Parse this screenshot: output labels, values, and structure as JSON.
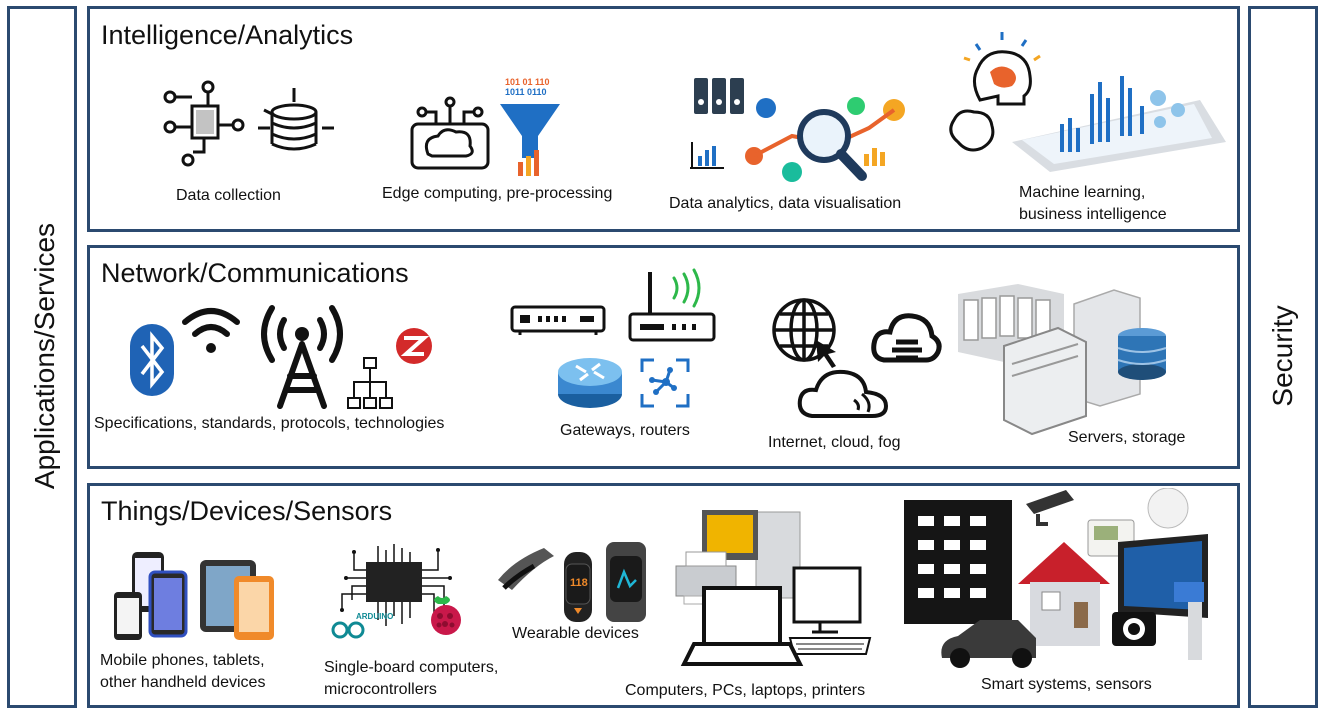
{
  "side": {
    "left": "Applications/Services",
    "right": "Security"
  },
  "layers": {
    "intelligence": {
      "title": "Intelligence/Analytics",
      "items": [
        {
          "label": "Data collection"
        },
        {
          "label": "Edge computing, pre-processing"
        },
        {
          "label": "Data analytics, data visualisation"
        },
        {
          "label_line1": "Machine learning,",
          "label_line2": "business intelligence"
        }
      ],
      "binary_line1": "101 01 110",
      "binary_line2": "1011 0110"
    },
    "network": {
      "title": "Network/Communications",
      "items": [
        {
          "label": "Specifications, standards, protocols, technologies"
        },
        {
          "label": "Gateways, routers"
        },
        {
          "label": "Internet, cloud, fog"
        },
        {
          "label": "Servers, storage"
        }
      ]
    },
    "things": {
      "title": "Things/Devices/Sensors",
      "items": [
        {
          "label_line1": "Mobile phones, tablets,",
          "label_line2": "other handheld devices"
        },
        {
          "label_line1": "Single-board computers,",
          "label_line2": "microcontrollers"
        },
        {
          "label": "Wearable devices"
        },
        {
          "label": "Computers, PCs, laptops, printers"
        },
        {
          "label": "Smart systems, sensors"
        }
      ],
      "arduino": "ARDUINO",
      "watch_value": "118"
    }
  },
  "colors": {
    "border": "#2b4a70",
    "accent_blue": "#1f6fc4",
    "accent_orange": "#e8632c"
  }
}
